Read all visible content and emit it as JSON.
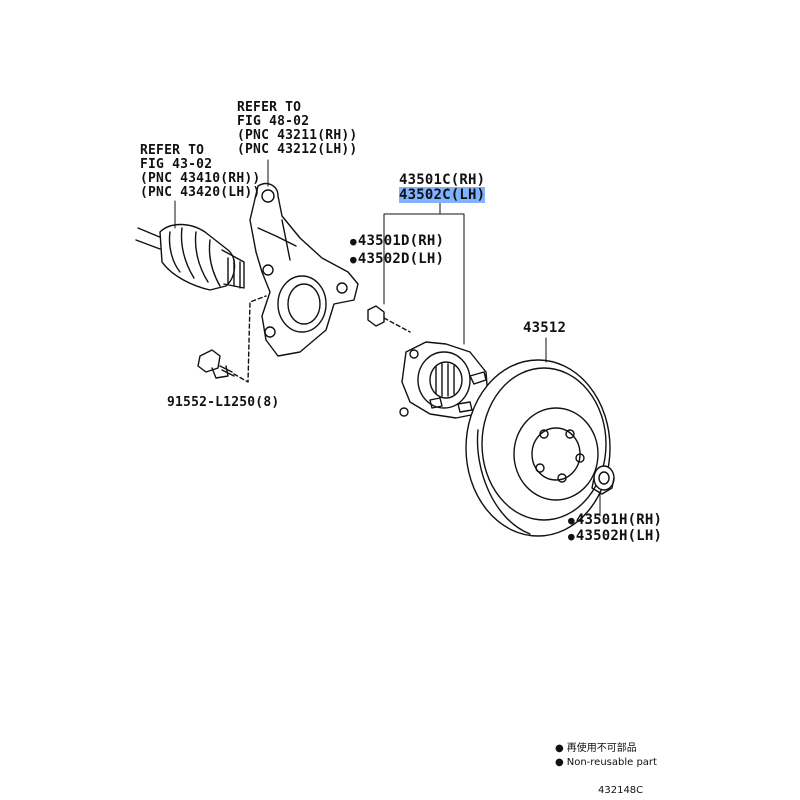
{
  "refer_knuckle": {
    "line1": "REFER TO",
    "line2": "FIG 48-02",
    "line3": "(PNC 43211(RH))",
    "line4": "(PNC 43212(LH))"
  },
  "refer_shaft": {
    "line1": "REFER TO",
    "line2": "FIG 43-02",
    "line3": "(PNC 43410(RH))",
    "line4": "(PNC 43420(LH))"
  },
  "hub_assembly": {
    "rh": "43501C(RH)",
    "lh": "43502C(LH)"
  },
  "hub_bolt": {
    "rh": "43501D(RH)",
    "lh": "43502D(LH)"
  },
  "rotor": {
    "part": "43512"
  },
  "knuckle_bolt": {
    "part": "91552-L1250(8)"
  },
  "nut": {
    "rh": "43501H(RH)",
    "lh": "43502H(LH)"
  },
  "legend": {
    "jp": "再使用不可部品",
    "en": "Non-reusable part"
  },
  "figure_code": "432148C",
  "colors": {
    "highlight": "#7fb2ff",
    "ink": "#111111"
  }
}
